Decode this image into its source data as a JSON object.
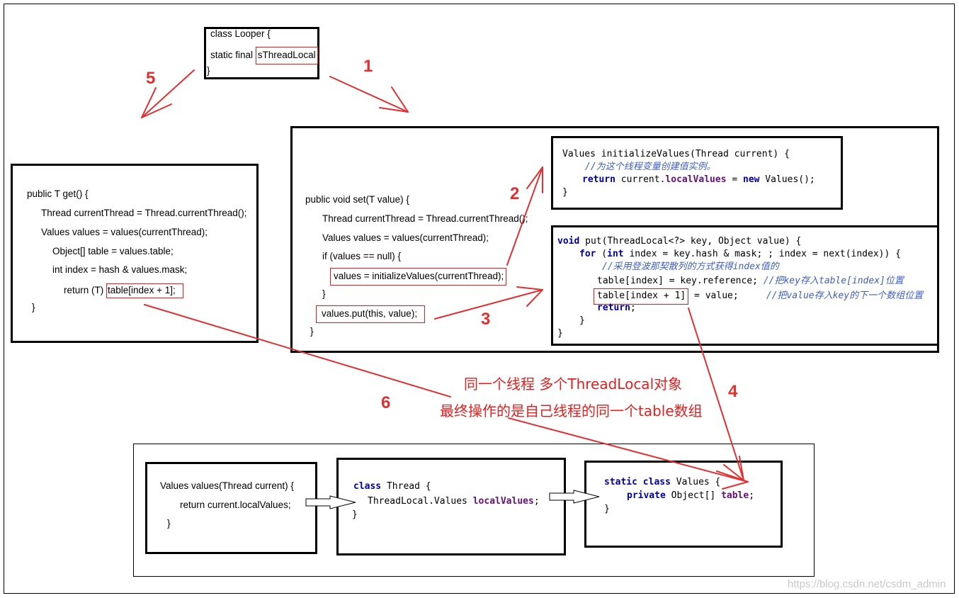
{
  "looper": {
    "line1": "class Looper {",
    "line2_prefix": "static final ",
    "line2_hl": "sThreadLocal",
    "line3": "}"
  },
  "get": {
    "l1": "public T get() {",
    "l2": "Thread currentThread = Thread.currentThread();",
    "l3": "Values values = values(currentThread);",
    "l4": "Object[] table = values.table;",
    "l5": "int index = hash & values.mask;",
    "l6_prefix": "return (T) ",
    "l6_hl": "table[index + 1];",
    "l7": "}"
  },
  "set": {
    "l1": "public void set(T value) {",
    "l2": "Thread currentThread = Thread.currentThread();",
    "l3": "Values values = values(currentThread);",
    "l4": "if (values == null) {",
    "l5": "values = initializeValues(currentThread);",
    "l6": "}",
    "l7": "values.put(this, value);",
    "l8": "}"
  },
  "init": {
    "l1": "Values initializeValues(Thread current) {",
    "l2": "//为这个线程变量创建值实例。",
    "l3_kw": "return",
    "l3_mid": " current.",
    "l3_fld": "localValues",
    "l3_eq": " = ",
    "l3_kw2": "new",
    "l3_end": " Values();",
    "l4": "}"
  },
  "put": {
    "l1_kw": "void",
    "l1_rest": " put(ThreadLocal<?> key, Object value) {",
    "l2_kw": "for",
    "l2_a": " (",
    "l2_kw2": "int",
    "l2_rest": " index = key.hash & mask; ; index = next(index)) {",
    "l3": "//采用登波那契散列的方式获得index值的",
    "l4_code": "table[index] = key.reference; ",
    "l4_cmt": "//把key存入table[index]位置",
    "l5_hl": "table[index + 1]",
    "l5_code": " = value;     ",
    "l5_cmt": "//把value存入key的下一个数组位置",
    "l6_kw": "return",
    "l6_end": ";",
    "l7": "}",
    "l8": "}"
  },
  "valuesfn": {
    "l1": "Values values(Thread current) {",
    "l2": "return current.localValues;",
    "l3": "}"
  },
  "thread": {
    "l1_kw": "class",
    "l1_rest": " Thread {",
    "l2_code": "ThreadLocal.Values ",
    "l2_fld": "localValues",
    "l2_end": ";",
    "l3": "}"
  },
  "valuescls": {
    "l1_kw": "static",
    "l1_kw2": "class",
    "l1_rest": " Values {",
    "l2_kw": "private",
    "l2_code": " Object[] ",
    "l2_fld": "table",
    "l2_end": ";",
    "l3": "}"
  },
  "labels": {
    "n1": "1",
    "n2": "2",
    "n3": "3",
    "n4": "4",
    "n5": "5",
    "n6": "6"
  },
  "note": {
    "line1": "同一个线程 多个ThreadLocal对象",
    "line2": "最终操作的是自己线程的同一个table数组"
  },
  "watermark": "https://blog.csdn.net/csdm_admin",
  "colors": {
    "arrow": "#e03030",
    "highlight": "#e02020",
    "keyword": "#0000a0",
    "field": "#660e7a",
    "comment": "#3f5fbf"
  }
}
